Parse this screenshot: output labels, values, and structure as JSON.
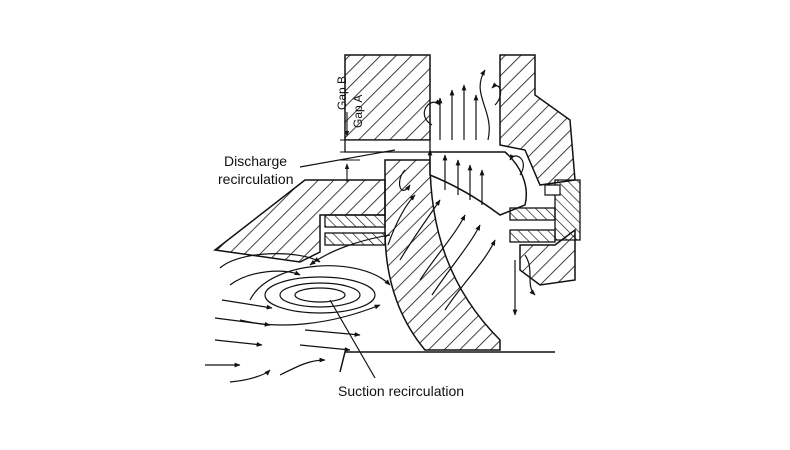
{
  "labels": {
    "gap_b": "Gap B",
    "gap_a": "Gap A",
    "discharge_line1": "Discharge",
    "discharge_line2": "recirculation",
    "suction": "Suction recirculation"
  },
  "colors": {
    "ink": "#111111",
    "background": "#ffffff"
  }
}
